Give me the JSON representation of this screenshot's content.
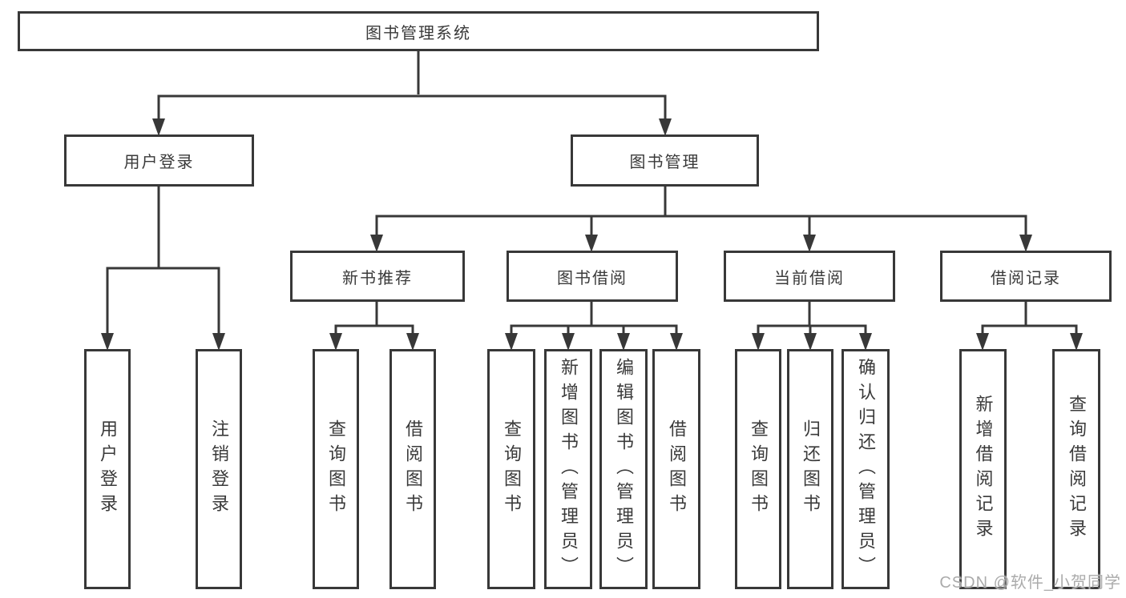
{
  "tree": {
    "root": "图书管理系统",
    "branches": [
      {
        "label": "用户登录",
        "leaves": [
          "用户登录",
          "注销登录"
        ]
      },
      {
        "label": "图书管理",
        "groups": [
          {
            "label": "新书推荐",
            "leaves": [
              "查询图书",
              "借阅图书"
            ]
          },
          {
            "label": "图书借阅",
            "leaves": [
              "查询图书",
              "新增图书（管理员）",
              "编辑图书（管理员）",
              "借阅图书"
            ]
          },
          {
            "label": "当前借阅",
            "leaves": [
              "查询图书",
              "归还图书",
              "确认归还（管理员）"
            ]
          },
          {
            "label": "借阅记录",
            "leaves": [
              "新增借阅记录",
              "查询借阅记录"
            ]
          }
        ]
      }
    ]
  },
  "watermark": "CSDN @软件_小贺同学",
  "colors": {
    "line": "#383838",
    "border": "#383838",
    "text": "#3a3a3a",
    "watermark": "#ababab",
    "background": "#ffffff"
  }
}
